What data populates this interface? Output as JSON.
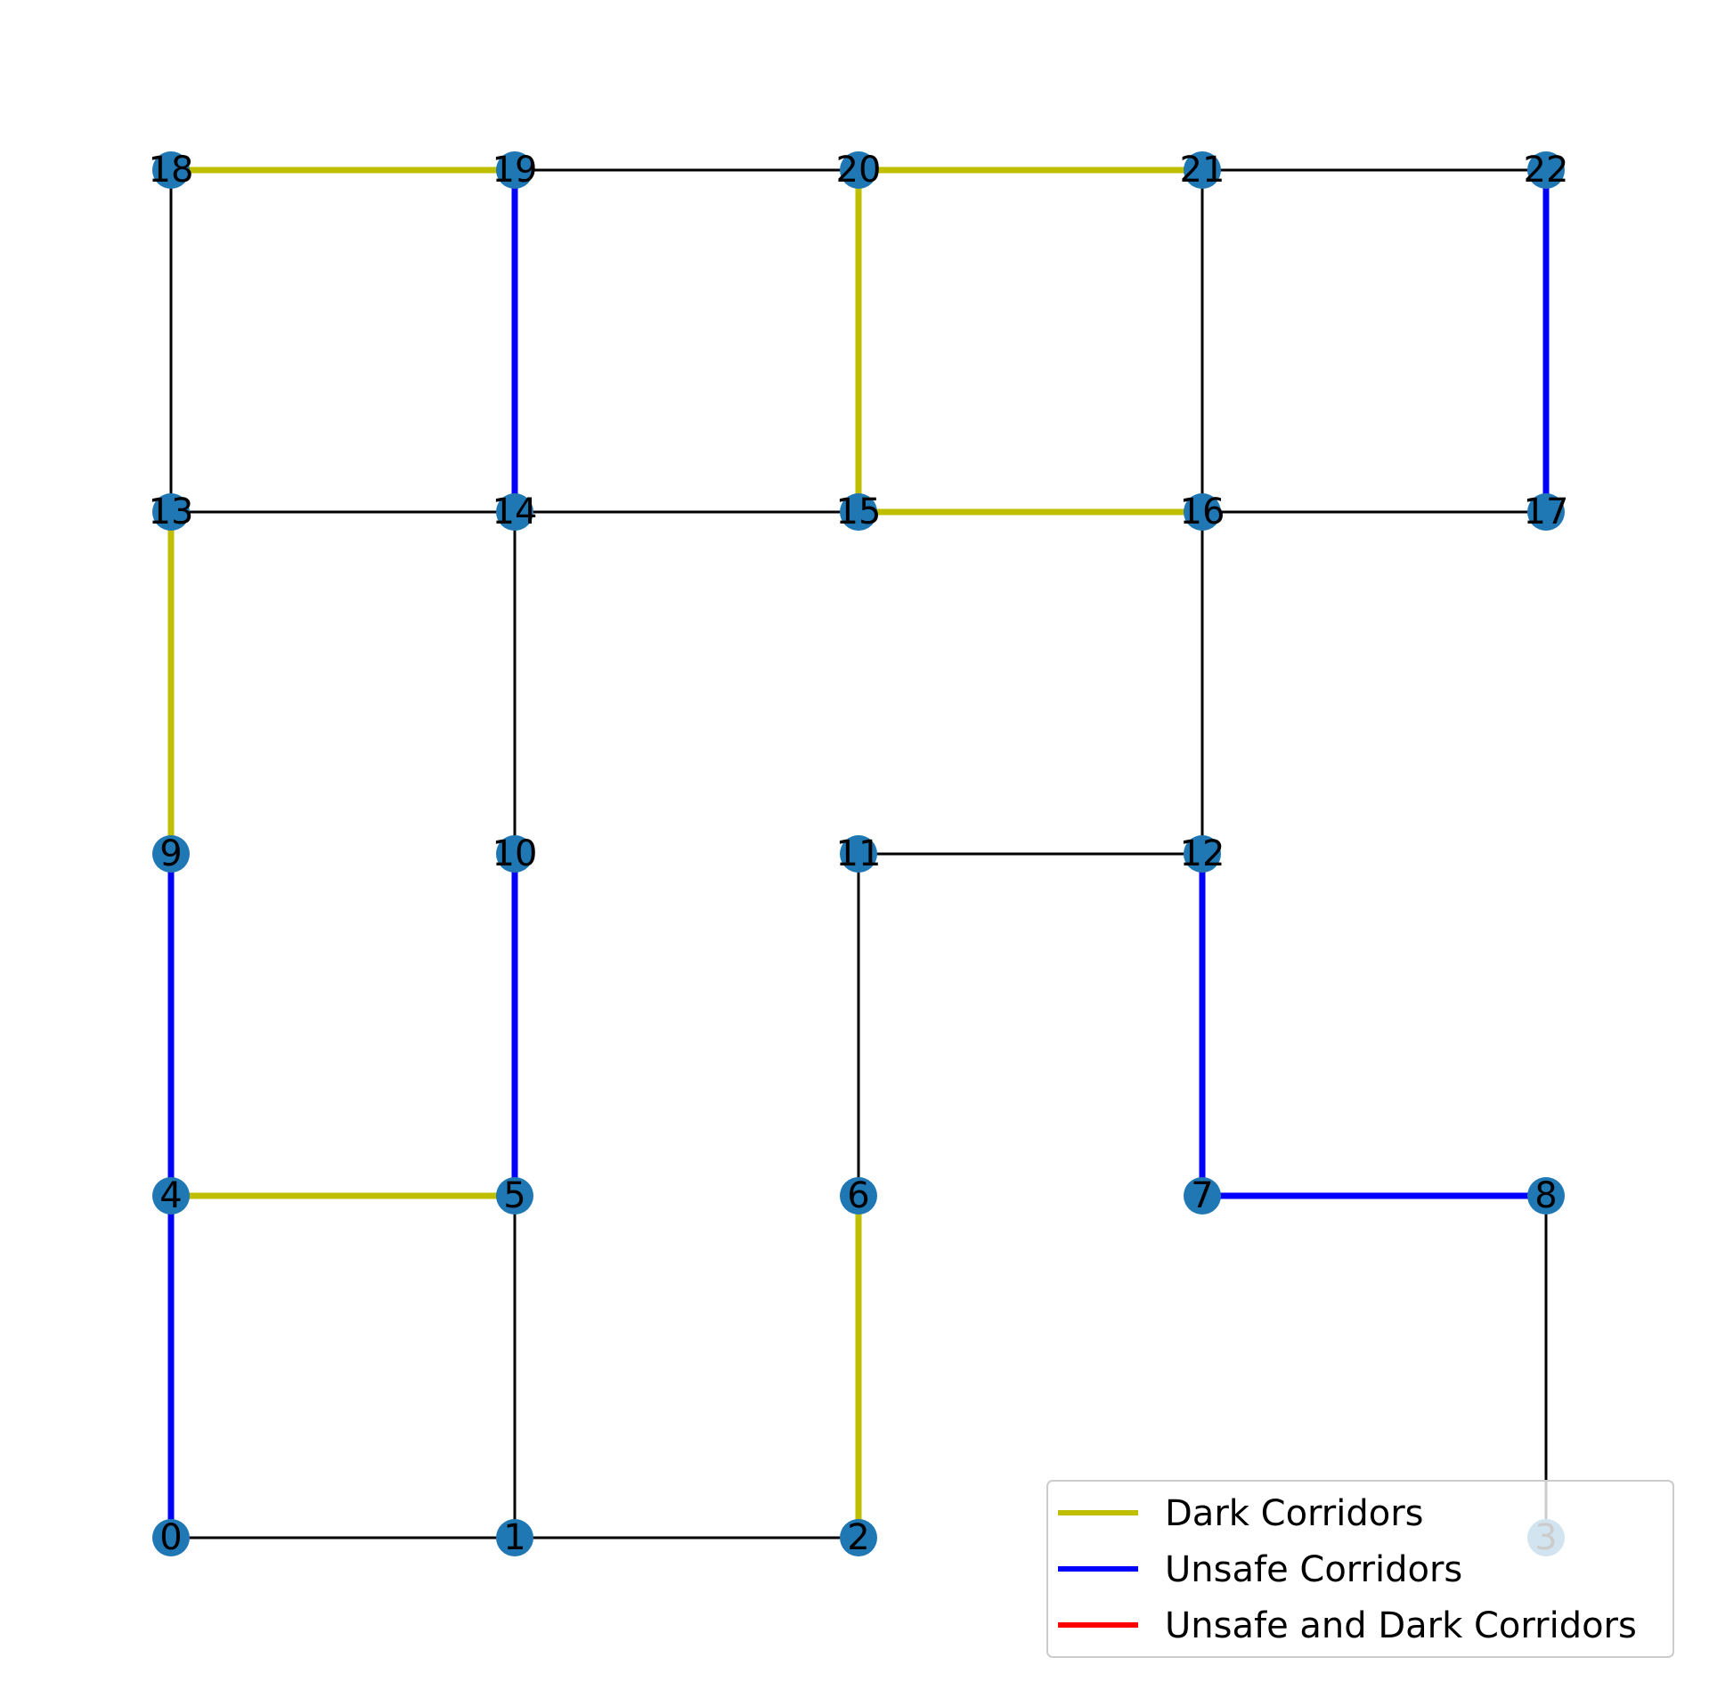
{
  "diagram": {
    "type": "graph",
    "node_color": "#1f77b4",
    "nodes": [
      {
        "id": "0",
        "label": "0",
        "col": 0,
        "row": 0
      },
      {
        "id": "1",
        "label": "1",
        "col": 1,
        "row": 0
      },
      {
        "id": "2",
        "label": "2",
        "col": 2,
        "row": 0
      },
      {
        "id": "3",
        "label": "3",
        "col": 4,
        "row": 0
      },
      {
        "id": "4",
        "label": "4",
        "col": 0,
        "row": 1
      },
      {
        "id": "5",
        "label": "5",
        "col": 1,
        "row": 1
      },
      {
        "id": "6",
        "label": "6",
        "col": 2,
        "row": 1
      },
      {
        "id": "7",
        "label": "7",
        "col": 3,
        "row": 1
      },
      {
        "id": "8",
        "label": "8",
        "col": 4,
        "row": 1
      },
      {
        "id": "9",
        "label": "9",
        "col": 0,
        "row": 2
      },
      {
        "id": "10",
        "label": "10",
        "col": 1,
        "row": 2
      },
      {
        "id": "11",
        "label": "11",
        "col": 2,
        "row": 2
      },
      {
        "id": "12",
        "label": "12",
        "col": 3,
        "row": 2
      },
      {
        "id": "13",
        "label": "13",
        "col": 0,
        "row": 3
      },
      {
        "id": "14",
        "label": "14",
        "col": 1,
        "row": 3
      },
      {
        "id": "15",
        "label": "15",
        "col": 2,
        "row": 3
      },
      {
        "id": "16",
        "label": "16",
        "col": 3,
        "row": 3
      },
      {
        "id": "17",
        "label": "17",
        "col": 4,
        "row": 3
      },
      {
        "id": "18",
        "label": "18",
        "col": 0,
        "row": 4
      },
      {
        "id": "19",
        "label": "19",
        "col": 1,
        "row": 4
      },
      {
        "id": "20",
        "label": "20",
        "col": 2,
        "row": 4
      },
      {
        "id": "21",
        "label": "21",
        "col": 3,
        "row": 4
      },
      {
        "id": "22",
        "label": "22",
        "col": 4,
        "row": 4
      }
    ],
    "edges": [
      {
        "from": "0",
        "to": "1",
        "kind": "normal"
      },
      {
        "from": "1",
        "to": "2",
        "kind": "normal"
      },
      {
        "from": "0",
        "to": "4",
        "kind": "unsafe"
      },
      {
        "from": "1",
        "to": "5",
        "kind": "normal"
      },
      {
        "from": "2",
        "to": "6",
        "kind": "dark"
      },
      {
        "from": "3",
        "to": "8",
        "kind": "normal"
      },
      {
        "from": "4",
        "to": "5",
        "kind": "dark"
      },
      {
        "from": "7",
        "to": "8",
        "kind": "unsafe"
      },
      {
        "from": "4",
        "to": "9",
        "kind": "unsafe"
      },
      {
        "from": "5",
        "to": "10",
        "kind": "unsafe"
      },
      {
        "from": "6",
        "to": "11",
        "kind": "normal"
      },
      {
        "from": "7",
        "to": "12",
        "kind": "unsafe"
      },
      {
        "from": "11",
        "to": "12",
        "kind": "normal"
      },
      {
        "from": "9",
        "to": "13",
        "kind": "dark"
      },
      {
        "from": "10",
        "to": "14",
        "kind": "normal"
      },
      {
        "from": "12",
        "to": "16",
        "kind": "normal"
      },
      {
        "from": "13",
        "to": "14",
        "kind": "normal"
      },
      {
        "from": "14",
        "to": "15",
        "kind": "normal"
      },
      {
        "from": "15",
        "to": "16",
        "kind": "dark"
      },
      {
        "from": "16",
        "to": "17",
        "kind": "normal"
      },
      {
        "from": "13",
        "to": "18",
        "kind": "normal"
      },
      {
        "from": "14",
        "to": "19",
        "kind": "unsafe"
      },
      {
        "from": "15",
        "to": "20",
        "kind": "dark"
      },
      {
        "from": "16",
        "to": "21",
        "kind": "normal"
      },
      {
        "from": "17",
        "to": "22",
        "kind": "unsafe"
      },
      {
        "from": "18",
        "to": "19",
        "kind": "dark"
      },
      {
        "from": "19",
        "to": "20",
        "kind": "normal"
      },
      {
        "from": "20",
        "to": "21",
        "kind": "dark"
      },
      {
        "from": "21",
        "to": "22",
        "kind": "normal"
      }
    ],
    "edge_colors": {
      "normal": "#000000",
      "dark": "#bfbf00",
      "unsafe": "#0000ff",
      "unsafe_dark": "#ff0000"
    },
    "legend": {
      "placement": "lower right",
      "entries": [
        {
          "label": "Dark Corridors",
          "color": "#bfbf00"
        },
        {
          "label": "Unsafe Corridors",
          "color": "#0000ff"
        },
        {
          "label": "Unsafe and Dark Corridors",
          "color": "#ff0000"
        }
      ]
    }
  }
}
